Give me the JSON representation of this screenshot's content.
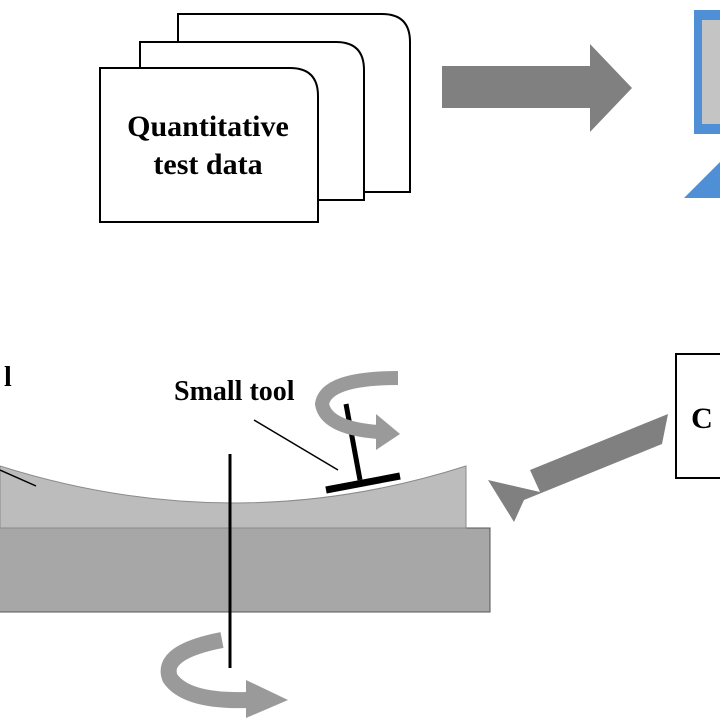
{
  "document": {
    "stack_label_line1": "Quantitative",
    "stack_label_line2": "test data",
    "tool_label": "Small tool",
    "left_cut_label": "l",
    "right_box_cut_label": "C"
  },
  "colors": {
    "arrow_fill": "#808080",
    "monitor_blue": "#4f8fd6",
    "workpiece_light": "#bcbcbc",
    "table_dark": "#a7a7a7",
    "rotation_arrow": "#9a9a9a",
    "stroke": "#000000"
  },
  "icons": [
    "document-stack-icon",
    "right-arrow-icon",
    "computer-monitor-icon",
    "rotation-arrow-icon",
    "polishing-tool-icon",
    "left-pointing-arrow-icon"
  ]
}
